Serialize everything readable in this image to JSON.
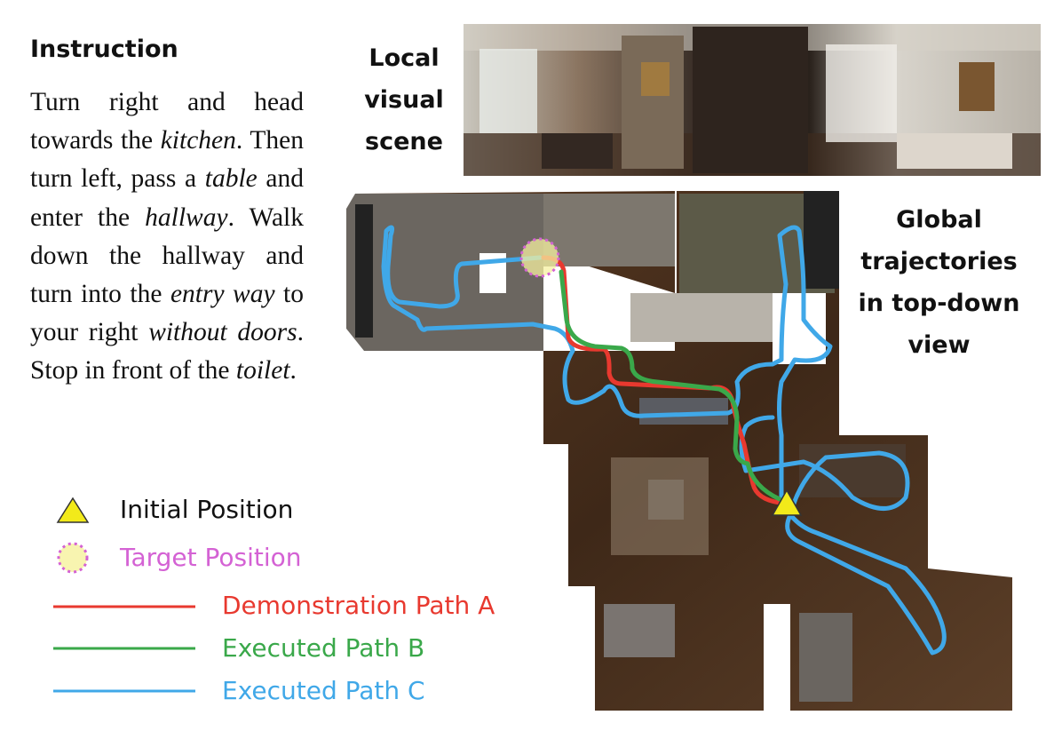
{
  "instruction": {
    "title": "Instruction",
    "parts": [
      "Turn right and head towards the ",
      "kitchen",
      ". Then turn left, pass a ",
      "table",
      " and enter the ",
      "hallway",
      ". Walk down the hallway and turn into the ",
      "entry way",
      " to your right ",
      "without doors",
      ". Stop in front of the ",
      "toilet",
      "."
    ]
  },
  "labels": {
    "local": [
      "Local",
      "visual",
      "scene"
    ],
    "global": [
      "Global",
      "trajectories",
      "in top-down",
      "view"
    ]
  },
  "legend": [
    {
      "label": "Initial Position",
      "color": "#111111",
      "marker": "yellow-triangle"
    },
    {
      "label": "Target Position",
      "color": "#d462d4",
      "marker": "dotted-circle"
    },
    {
      "label": "Demonstration Path A",
      "color": "#e8392f",
      "marker": "line"
    },
    {
      "label": "Executed Path B",
      "color": "#3aa84a",
      "marker": "line"
    },
    {
      "label": "Executed Path C",
      "color": "#40a8e8",
      "marker": "line"
    }
  ]
}
